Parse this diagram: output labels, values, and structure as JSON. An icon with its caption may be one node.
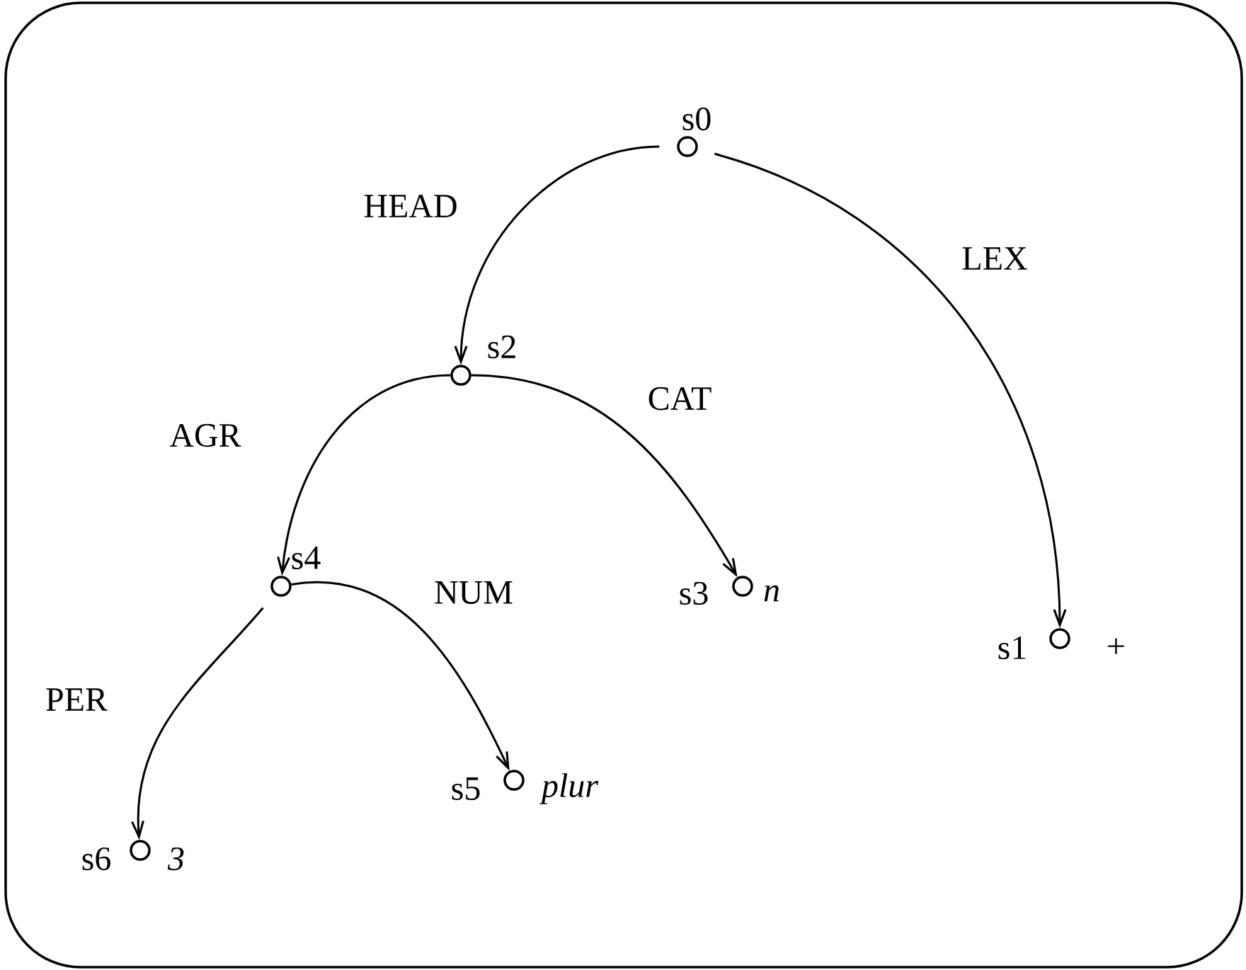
{
  "diagram": {
    "nodes": [
      {
        "text": [],
        "shape": "circle",
        "beside": [
          "s0"
        ]
      },
      {
        "text": [],
        "shape": "circle",
        "beside": [
          "s1",
          "+"
        ]
      },
      {
        "text": [],
        "shape": "circle",
        "beside": [
          "s2"
        ]
      },
      {
        "text": [],
        "shape": "circle",
        "beside": [
          "s3",
          "n"
        ]
      },
      {
        "text": [],
        "shape": "circle",
        "beside": [
          "s4"
        ]
      },
      {
        "text": [],
        "shape": "circle",
        "beside": [
          "s5",
          "plur"
        ]
      },
      {
        "text": [],
        "shape": "circle",
        "beside": [
          "s6",
          "3"
        ]
      }
    ],
    "edges": [
      {
        "from": 0,
        "to": 2,
        "arrow": "to",
        "label": "HEAD"
      },
      {
        "from": 0,
        "to": 1,
        "arrow": "to",
        "label": "LEX"
      },
      {
        "from": 2,
        "to": 4,
        "arrow": "to",
        "label": "AGR"
      },
      {
        "from": 2,
        "to": 3,
        "arrow": "to",
        "label": "CAT"
      },
      {
        "from": 4,
        "to": 5,
        "arrow": "to",
        "label": "NUM"
      },
      {
        "from": 4,
        "to": 6,
        "arrow": "to",
        "label": "PER"
      }
    ]
  }
}
